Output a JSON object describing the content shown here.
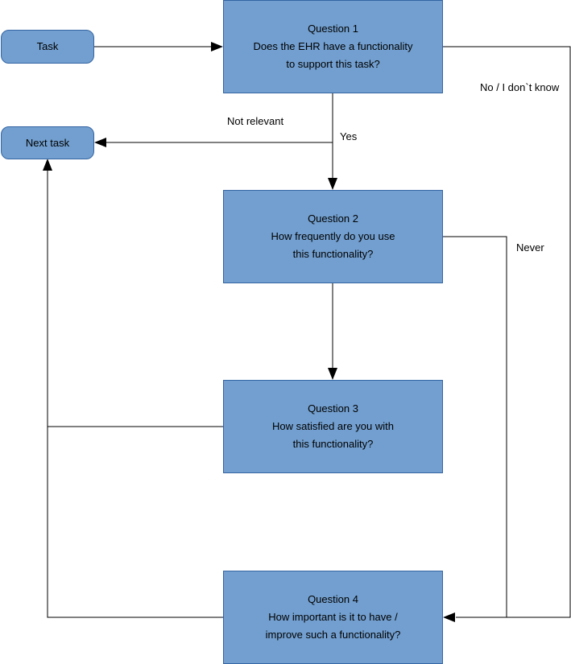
{
  "nodes": {
    "task": {
      "label": "Task"
    },
    "next_task": {
      "label": "Next task"
    },
    "q1": {
      "lines": [
        "Question 1",
        "Does the EHR have a functionality",
        "to support this task?"
      ]
    },
    "q2": {
      "lines": [
        "Question 2",
        "How frequently do you use",
        "this functionality?"
      ]
    },
    "q3": {
      "lines": [
        "Question 3",
        "How satisfied are you with",
        "this functionality?"
      ]
    },
    "q4": {
      "lines": [
        "Question 4",
        "How important is it to have /",
        "improve such a functionality?"
      ]
    }
  },
  "edge_labels": {
    "not_relevant": "Not relevant",
    "yes": "Yes",
    "no_dont_know": "No / I don`t know",
    "never": "Never"
  }
}
